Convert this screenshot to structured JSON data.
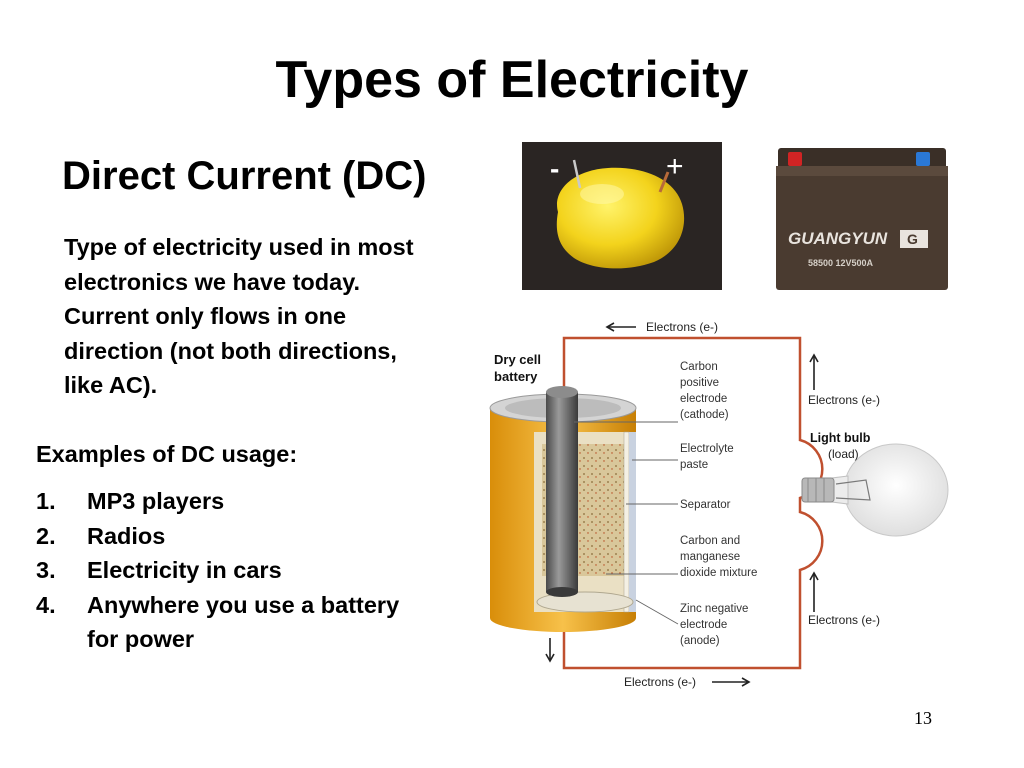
{
  "slide": {
    "title": "Types of Electricity",
    "subtitle": "Direct Current (DC)",
    "description_lines": [
      "Type of electricity used in most",
      "electronics we have today.",
      "Current only flows in one",
      "direction (not both directions,",
      "like AC)."
    ],
    "examples_heading": "Examples of DC usage:",
    "examples": [
      {
        "num": "1.",
        "lines": [
          "MP3 players"
        ]
      },
      {
        "num": "2.",
        "lines": [
          "Radios"
        ]
      },
      {
        "num": "3.",
        "lines": [
          "Electricity in cars"
        ]
      },
      {
        "num": "4.",
        "lines": [
          "Anywhere you use a battery",
          "for power"
        ]
      }
    ],
    "page_number": "13"
  },
  "lemon_photo": {
    "minus": "-",
    "plus": "+"
  },
  "car_battery_photo": {
    "brand": "GUANGYUN",
    "logo": "G",
    "model": "58500  12V500A"
  },
  "diagram": {
    "dry_cell_label": [
      "Dry cell",
      "battery"
    ],
    "electrons_top": "Electrons (e-)",
    "electrons_right_top": "Electrons (e-)",
    "electrons_right_bottom": "Electrons (e-)",
    "electrons_bottom": "Electrons (e-)",
    "light_bulb": "Light bulb",
    "load": "(load)",
    "cathode_label": [
      "Carbon",
      "positive",
      "electrode",
      "(cathode)"
    ],
    "electrolyte_label": [
      "Electrolyte",
      "paste"
    ],
    "separator_label": [
      "Separator"
    ],
    "mixture_label": [
      "Carbon and",
      "manganese",
      "dioxide mixture"
    ],
    "anode_label": [
      "Zinc negative",
      "electrode",
      "(anode)"
    ]
  },
  "colors": {
    "wire": "#c0502f",
    "zinc_case": "#e8a317",
    "lemon": "#f3d31c",
    "photo_background": "#2a2523",
    "battery_body": "#4a3b30"
  }
}
